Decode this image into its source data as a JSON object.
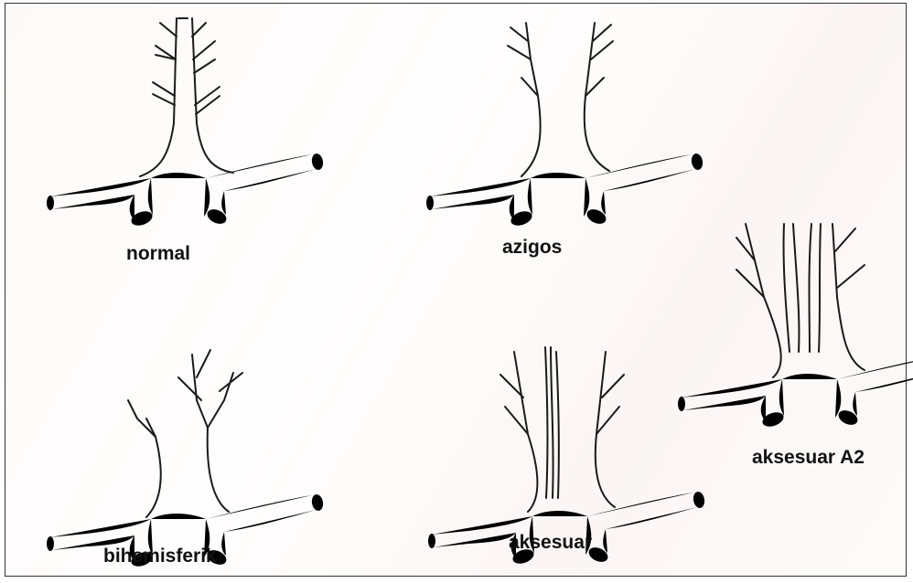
{
  "labels": {
    "normal": "normal",
    "azigos": "azigos",
    "aksesuar_a2": "aksesuar A2",
    "bihemisferik": "bihemisferik",
    "aksesuar": "aksesuar"
  }
}
